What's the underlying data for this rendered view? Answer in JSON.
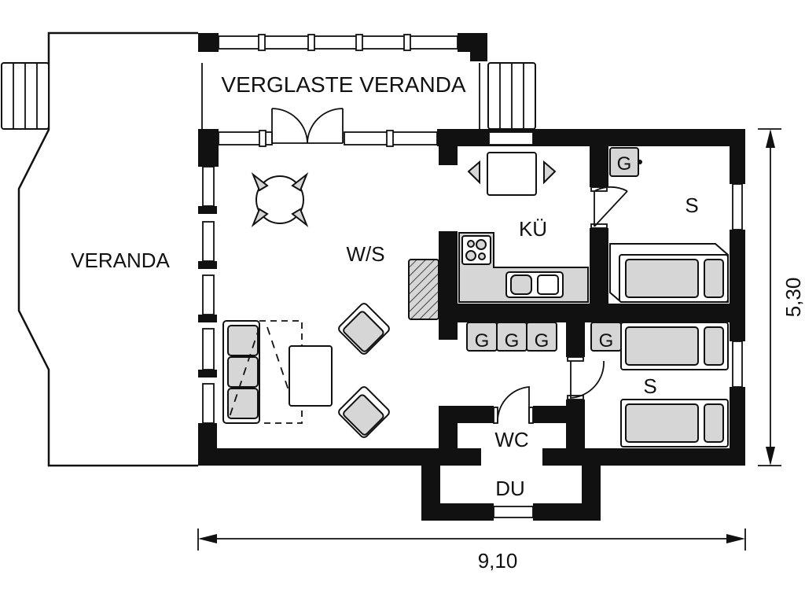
{
  "plan": {
    "rooms": {
      "verglaste_veranda": "VERGLASTE VERANDA",
      "veranda": "VERANDA",
      "wohn_schlaf": "W/S",
      "kueche": "KÜ",
      "schlafzimmer_1": "S",
      "schlafzimmer_2": "S",
      "wc": "WC",
      "dusche": "DU"
    },
    "heaters": [
      "G",
      "G",
      "G",
      "G",
      "G"
    ],
    "dimensions": {
      "width": "9,10",
      "depth": "5,30"
    },
    "colors": {
      "wall": "#111111",
      "furniture_fill": "#d6d6d6",
      "background": "#ffffff"
    }
  }
}
